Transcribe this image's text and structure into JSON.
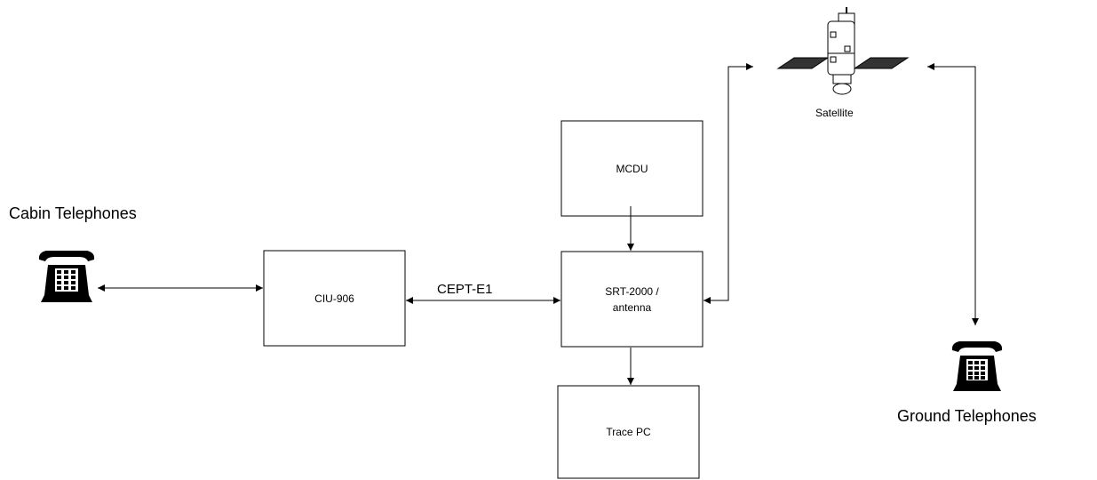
{
  "diagram": {
    "cabin_telephones_label": "Cabin Telephones",
    "ground_telephones_label": "Ground Telephones",
    "satellite_label": "Satellite",
    "ciu_label": "CIU-906",
    "srt_label_line1": "SRT-2000 /",
    "srt_label_line2": "antenna",
    "mcdu_label": "MCDU",
    "trace_pc_label": "Trace PC",
    "link_label": "CEPT-E1"
  },
  "icons": {
    "telephone": "telephone-icon",
    "satellite": "satellite-icon"
  },
  "colors": {
    "line": "#000000",
    "background": "#ffffff"
  }
}
